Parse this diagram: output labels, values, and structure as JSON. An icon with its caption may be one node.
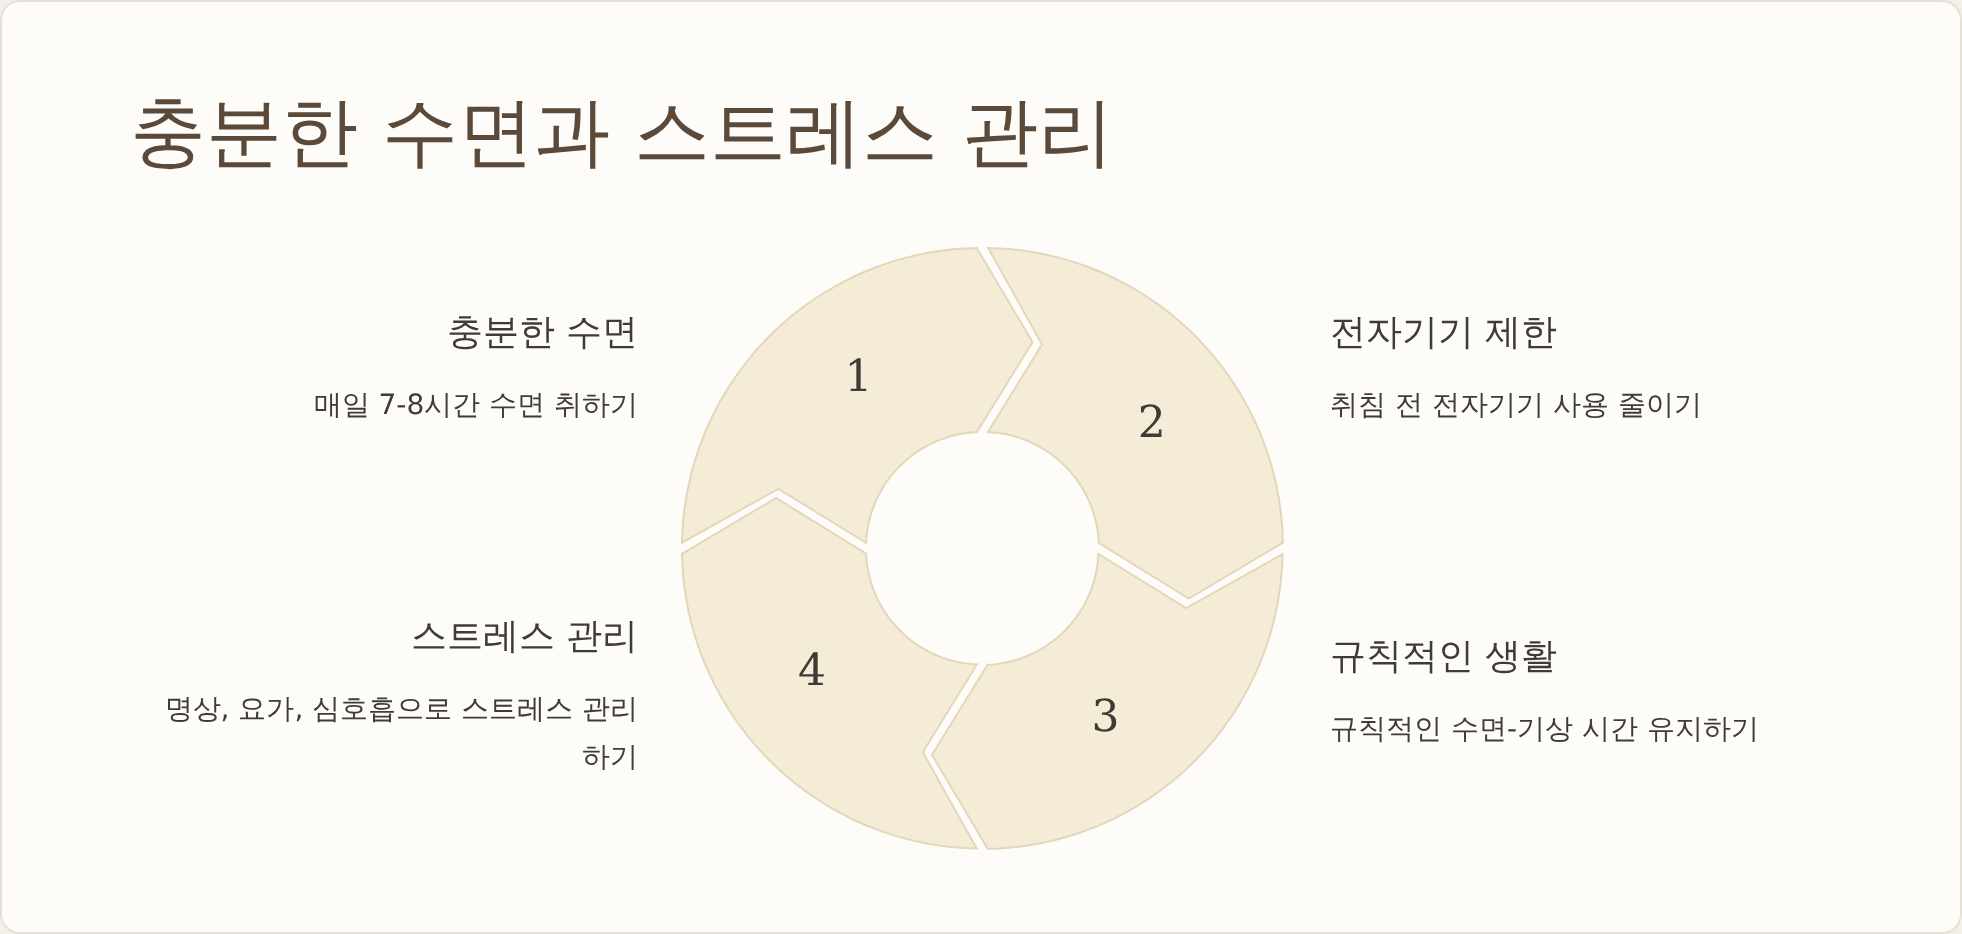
{
  "diagram": {
    "title": "충분한 수면과 스트레스 관리",
    "nodes": [
      {
        "text": [
          "1"
        ],
        "beside": [
          "충분한 수면",
          "매일 7-8시간 수면 취하기"
        ]
      },
      {
        "text": [
          "2"
        ],
        "beside": [
          "전자기기 제한",
          "취침 전 전자기기 사용 줄이기"
        ]
      },
      {
        "text": [
          "3"
        ],
        "beside": [
          "규칙적인 생활",
          "규칙적인 수면-기상 시간 유지하기"
        ]
      },
      {
        "text": [
          "4"
        ],
        "beside": [
          "스트레스 관리",
          "명상, 요가, 심호흡으로 스트레스 관리하기"
        ]
      }
    ]
  }
}
